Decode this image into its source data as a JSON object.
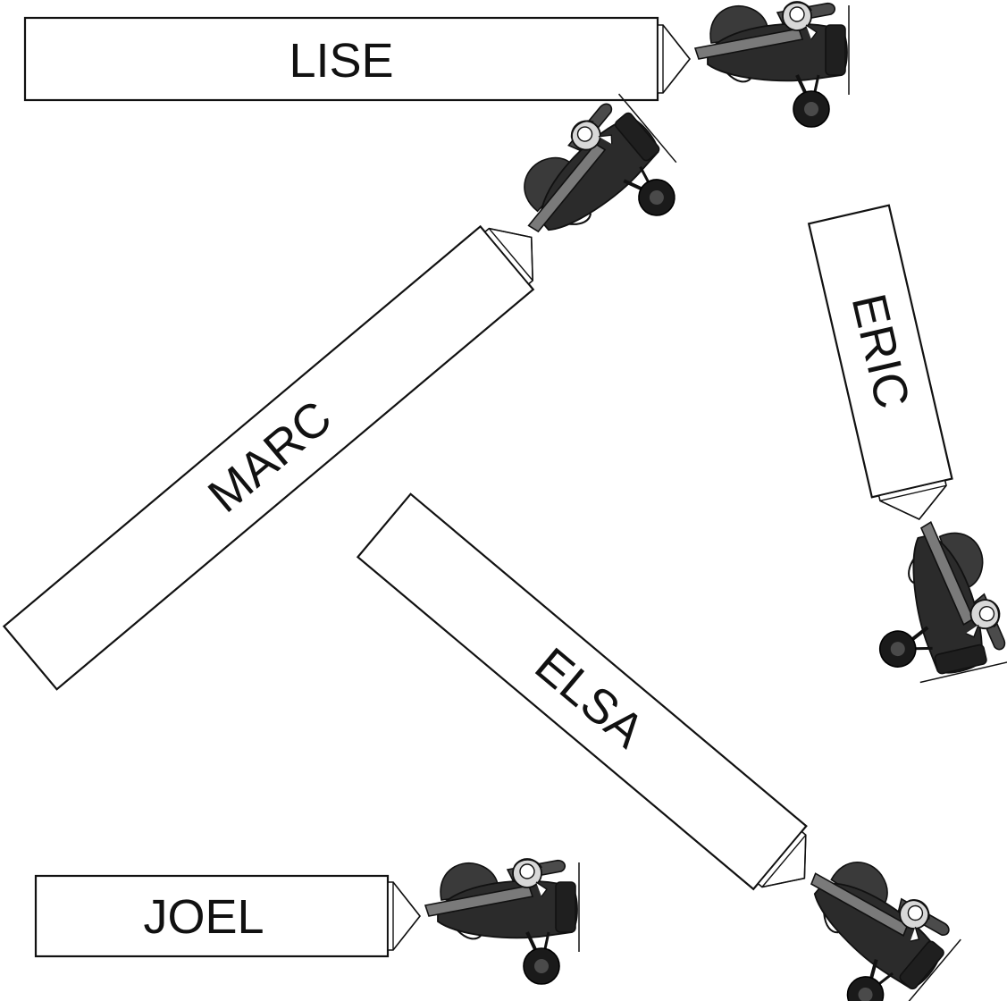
{
  "banners": [
    {
      "id": "lise",
      "text": "LISE"
    },
    {
      "id": "marc",
      "text": "MARC"
    },
    {
      "id": "eric",
      "text": "ERIC"
    },
    {
      "id": "elsa",
      "text": "ELSA"
    },
    {
      "id": "joel",
      "text": "JOEL"
    }
  ],
  "colors": {
    "plane_body": "#2b2b2b",
    "plane_wing": "#5e5e5e",
    "wheel": "#1a1a1a",
    "outline": "#111111",
    "background": "#ffffff"
  },
  "icons": {
    "plane": "biplane-with-pilot-icon",
    "cone": "banner-tow-cone"
  }
}
